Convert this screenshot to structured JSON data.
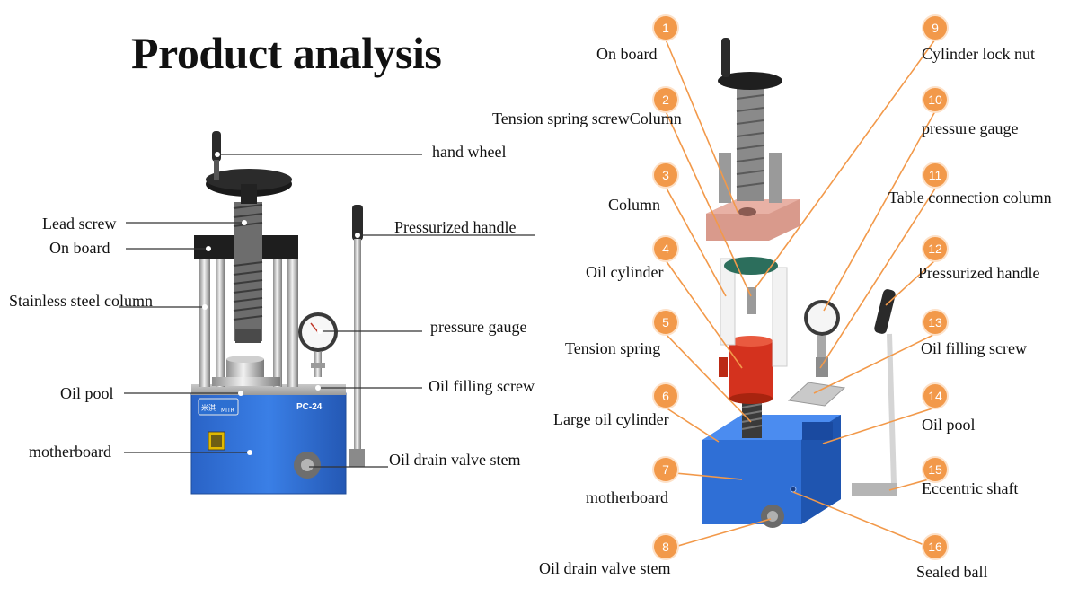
{
  "title": "Product analysis",
  "left_labels": {
    "hand_wheel": "hand wheel",
    "lead_screw": "Lead screw",
    "on_board": "On board",
    "pressurized_handle": "Pressurized handle",
    "stainless_steel_column": "Stainless steel column",
    "pressure_gauge": "pressure gauge",
    "oil_pool": "Oil pool",
    "oil_filling_screw": "Oil filling screw",
    "motherboard": "motherboard",
    "oil_drain_valve_stem": "Oil drain valve stem"
  },
  "device_marking": {
    "model": "PC-24",
    "brand": "米淇",
    "brand_latin": "MITR"
  },
  "parts": [
    {
      "number": "1",
      "label": "On board"
    },
    {
      "number": "2",
      "label": "Tension spring screwColumn"
    },
    {
      "number": "3",
      "label": "Column"
    },
    {
      "number": "4",
      "label": "Oil cylinder"
    },
    {
      "number": "5",
      "label": "Tension spring"
    },
    {
      "number": "6",
      "label": "Large oil cylinder"
    },
    {
      "number": "7",
      "label": "motherboard"
    },
    {
      "number": "8",
      "label": "Oil drain valve stem"
    },
    {
      "number": "9",
      "label": "Cylinder lock nut"
    },
    {
      "number": "10",
      "label": "pressure gauge"
    },
    {
      "number": "11",
      "label": "Table connection column"
    },
    {
      "number": "12",
      "label": "Pressurized handle"
    },
    {
      "number": "13",
      "label": "Oil filling screw"
    },
    {
      "number": "14",
      "label": "Oil pool"
    },
    {
      "number": "15",
      "label": "Eccentric shaft"
    },
    {
      "number": "16",
      "label": "Sealed ball"
    }
  ],
  "colors": {
    "badge": "#f2994a",
    "body_blue": "#2f6fd6",
    "frame_black": "#1e1e1e",
    "cylinder_red": "#d4321e",
    "plate_pink": "#d99a8c"
  }
}
